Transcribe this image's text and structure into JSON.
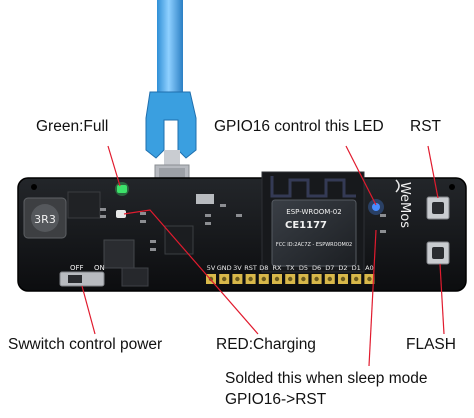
{
  "annotations": {
    "green_full": "Green:Full",
    "gpio16_led": "GPIO16 control this LED",
    "rst": "RST",
    "switch_power": "Swwitch control power",
    "red_charging": "RED:Charging",
    "flash": "FLASH",
    "solder_line1": "Solded this when sleep mode",
    "solder_line2": "GPIO16->RST"
  },
  "board": {
    "brand": "WeMos",
    "module_name": "ESP-WROOM-02",
    "ce_mark": "CE1177",
    "fcc_text": "FCC ID:2AC7Z - ESPWROOM02",
    "inductor_code": "3R3",
    "switch_label_on": "ON",
    "switch_label_off": "OFF",
    "pin_labels": [
      "5V",
      "GND",
      "3V",
      "RST",
      "D8",
      "RX",
      "TX",
      "D5",
      "D6",
      "D7",
      "D2",
      "D1",
      "A0"
    ]
  },
  "colors": {
    "annotation_line": "#e11b2e",
    "pcb": "#15171a",
    "pin_header": "#d8b84a",
    "cable": "#3a9fe0",
    "led_green": "#3de26a",
    "led_blue": "#4a8dff"
  }
}
